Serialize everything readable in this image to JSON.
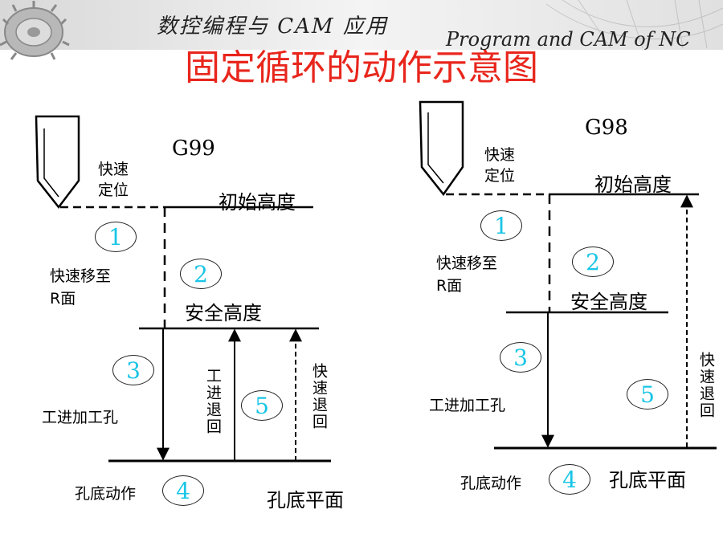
{
  "banner": {
    "subtitle_cn": "数控编程与 CAM 应用",
    "subtitle_en": "Program and CAM of NC"
  },
  "title": "固定循环的动作示意图",
  "left": {
    "code": "G99",
    "rapid_position": "快速\n定位",
    "initial_height": "初始高度",
    "rapid_to_r": "快速移至\nR面",
    "safe_height": "安全高度",
    "feed_drill": "工进加工孔",
    "feed_retract": "工进退回",
    "rapid_retract": "快速退回",
    "bottom_action": "孔底动作",
    "bottom_plane": "孔底平面",
    "steps": [
      "1",
      "2",
      "3",
      "4",
      "5"
    ]
  },
  "right": {
    "code": "G98",
    "rapid_position": "快速\n定位",
    "initial_height": "初始高度",
    "rapid_to_r": "快速移至\nR面",
    "safe_height": "安全高度",
    "feed_drill": "工进加工孔",
    "rapid_retract": "快速退回",
    "bottom_action": "孔底动作",
    "bottom_plane": "孔底平面",
    "steps": [
      "1",
      "2",
      "3",
      "4",
      "5"
    ]
  },
  "colors": {
    "title": "#e8261c",
    "step_numbers": "#19c5e6"
  }
}
